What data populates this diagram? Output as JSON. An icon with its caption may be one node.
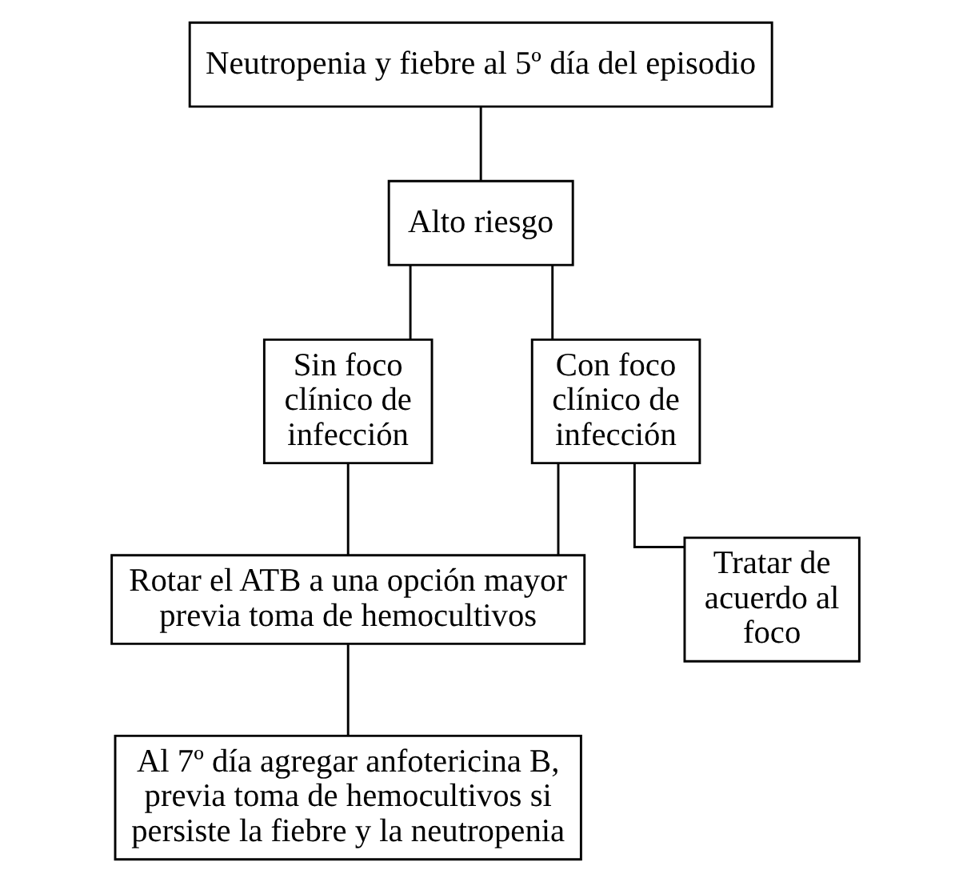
{
  "diagram": {
    "nodes": [
      {
        "text": [
          "Neutropenia y fiebre al 5º día del episodio"
        ]
      },
      {
        "text": [
          "Alto riesgo"
        ]
      },
      {
        "text": [
          "Sin foco clínico de infección"
        ]
      },
      {
        "text": [
          "Con foco clínico de infección"
        ]
      },
      {
        "text": [
          "Rotar el ATB a una opción mayor previa toma de hemocultivos"
        ]
      },
      {
        "text": [
          "Tratar de acuerdo al foco"
        ]
      },
      {
        "text": [
          "Al 7º día agregar anfotericina B, previa toma de hemocultivos si persiste la fiebre y la neutropenia"
        ]
      }
    ],
    "edges": [
      {
        "from": 0,
        "to": 1,
        "arrow": "none"
      },
      {
        "from": 1,
        "to": 2,
        "arrow": "none"
      },
      {
        "from": 1,
        "to": 3,
        "arrow": "none"
      },
      {
        "from": 2,
        "to": 4,
        "arrow": "none"
      },
      {
        "from": 3,
        "to": 4,
        "arrow": "none"
      },
      {
        "from": 3,
        "to": 5,
        "arrow": "none"
      },
      {
        "from": 4,
        "to": 6,
        "arrow": "none"
      }
    ]
  }
}
